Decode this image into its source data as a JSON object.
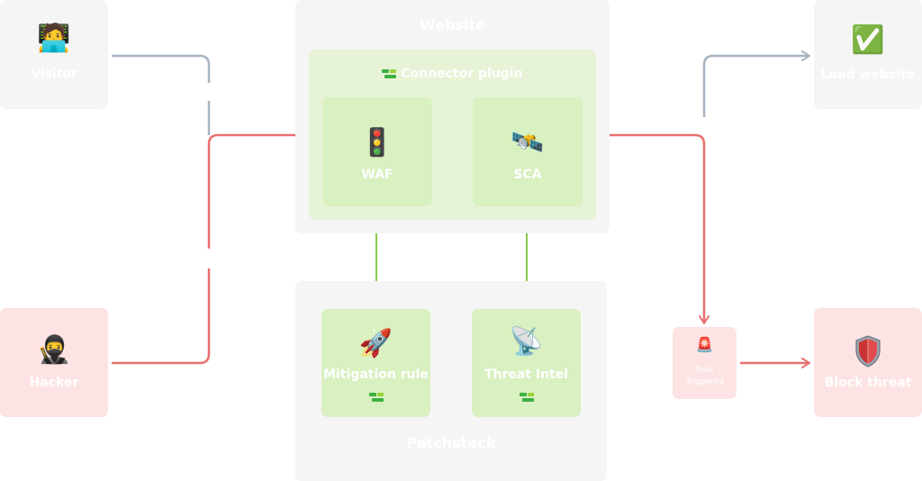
{
  "nodes": {
    "visitor": {
      "label": "Visitor",
      "icon": "technologist-emoji",
      "glyph": "🧑‍💻"
    },
    "hacker": {
      "label": "Hacker",
      "icon": "ninja-emoji",
      "glyph": "🥷"
    },
    "website": {
      "label": "Website"
    },
    "connector_plugin": {
      "label": "Connector plugin",
      "icon": "patchstack-logo-icon"
    },
    "waf": {
      "label": "WAF",
      "icon": "traffic-light-emoji",
      "glyph": "🚦"
    },
    "sca": {
      "label": "SCA",
      "icon": "satellite-emoji",
      "glyph": "🛰️"
    },
    "patchstack": {
      "label": "Patchstack"
    },
    "mitigation_rule": {
      "label": "Mitigation rule",
      "icon": "rocket-emoji",
      "glyph": "🚀"
    },
    "threat_intel": {
      "label": "Threat Intel",
      "icon": "satellite-dish-emoji",
      "glyph": "📡"
    },
    "load_website": {
      "label": "Load website",
      "icon": "check-mark-emoji",
      "glyph": "✅"
    },
    "rule_triggered": {
      "label_line1": "Rule",
      "label_line2": "Triggered",
      "icon": "siren-emoji",
      "glyph": "🚨"
    },
    "block_threat": {
      "label": "Block threat",
      "icon": "shield-icon"
    }
  },
  "colors": {
    "visitor_path": "#a7b4c2",
    "hacker_path": "#e8706e",
    "internal_link": "#7cc43a",
    "gray_box": "#f5f5f5",
    "pink_box": "#fde3e3",
    "light_green_box": "#e7f3d6",
    "green_box": "#d9f0c0"
  }
}
